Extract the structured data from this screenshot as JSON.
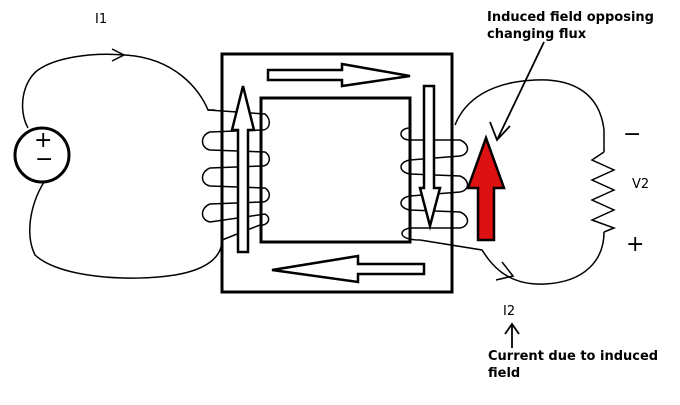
{
  "labels": {
    "i1": "I1",
    "i2": "I2",
    "v2": "V2",
    "induced_field_line1": "Induced field opposing",
    "induced_field_line2": "changing flux",
    "current_line1": "Current due to induced",
    "current_line2": "field",
    "load_minus": "−",
    "load_plus": "+",
    "source_plus": "+",
    "source_minus": "−"
  },
  "colors": {
    "ink": "#000000",
    "induced_arrow_fill": "#dd1111",
    "background": "#ffffff"
  }
}
